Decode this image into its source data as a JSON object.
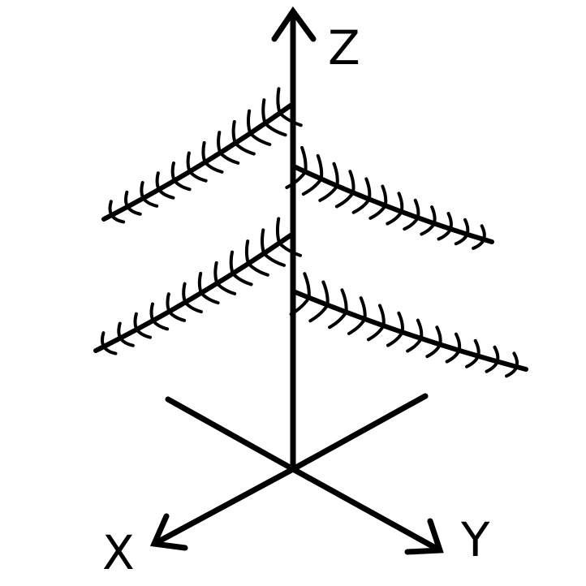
{
  "diagram": {
    "axes": {
      "z_label": "Z",
      "x_label": "X",
      "y_label": "Y"
    },
    "colors": {
      "ink": "#000000",
      "background": "#ffffff"
    },
    "branches": [
      {
        "name": "upper-left-branch"
      },
      {
        "name": "upper-right-branch"
      },
      {
        "name": "lower-left-branch"
      },
      {
        "name": "lower-right-branch"
      }
    ]
  }
}
